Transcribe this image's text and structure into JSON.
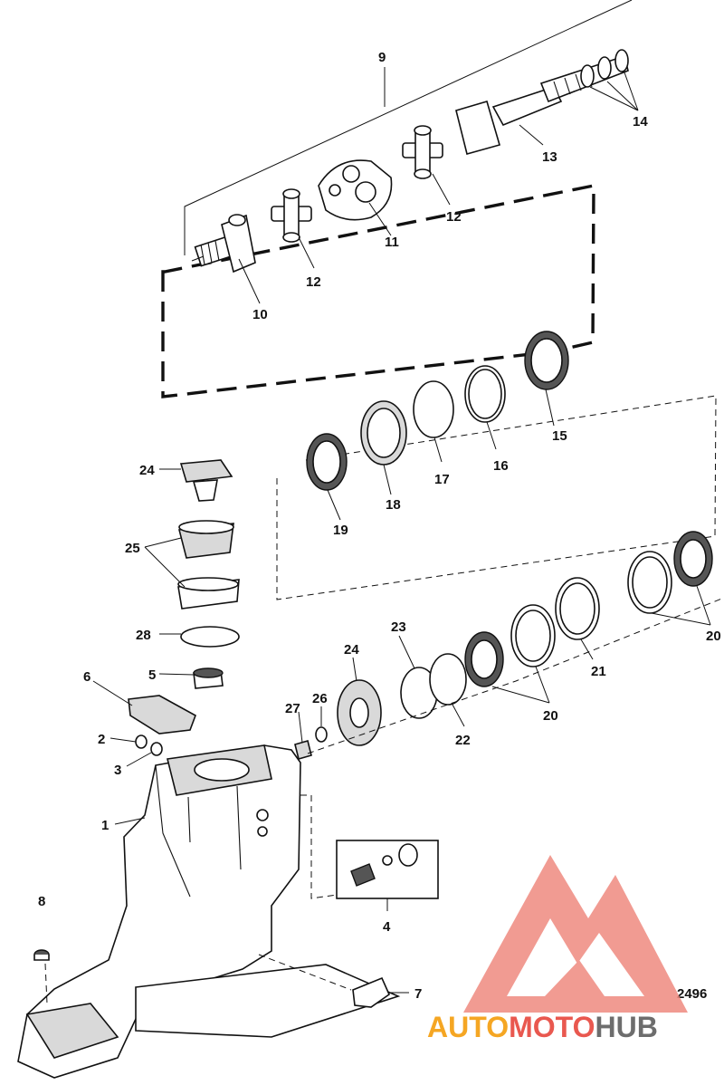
{
  "labels": {
    "l1": "1",
    "l2": "2",
    "l3": "3",
    "l4": "4",
    "l5": "5",
    "l6": "6",
    "l7": "7",
    "l8": "8",
    "l9": "9",
    "l10": "10",
    "l11": "11",
    "l12a": "12",
    "l12b": "12",
    "l13": "13",
    "l14": "14",
    "l15": "15",
    "l16": "16",
    "l17": "17",
    "l18": "18",
    "l19": "19",
    "l20a": "20",
    "l20b": "20",
    "l21": "21",
    "l22": "22",
    "l23": "23",
    "l24a": "24",
    "l24b": "24",
    "l25": "25",
    "l26": "26",
    "l27": "27",
    "l28": "28"
  },
  "figure_number": "2496",
  "watermark": {
    "word_parts": [
      "AUTO",
      "MOTO",
      "HUB"
    ],
    "colors": {
      "auto": "#f5a623",
      "moto": "#e9584f",
      "hub": "#6d6d6d",
      "logo": "#ef8a80"
    }
  },
  "icons": {
    "logo": "triangle-m-logo-icon"
  }
}
